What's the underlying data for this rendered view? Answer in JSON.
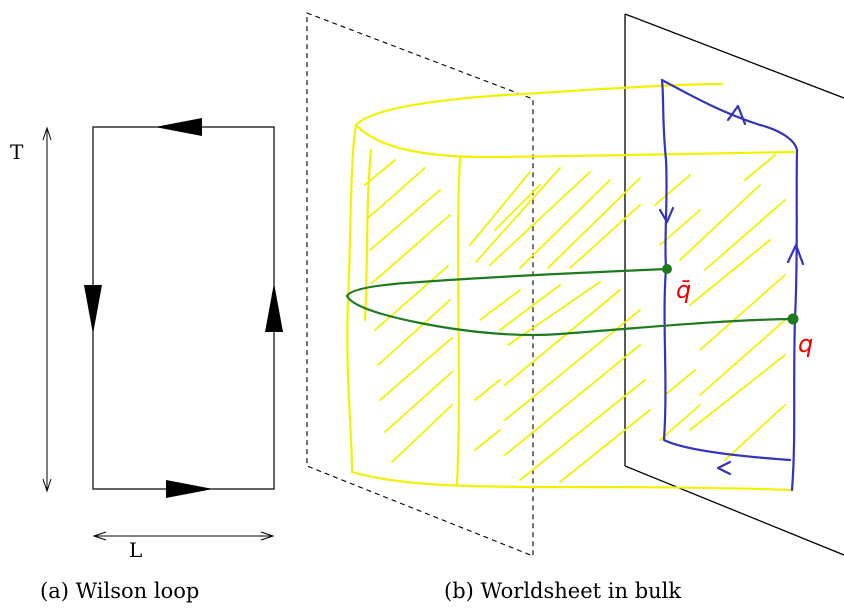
{
  "panel_a": {
    "height_label": "T",
    "width_label": "L",
    "caption": "(a) Wilson loop"
  },
  "panel_b": {
    "caption": "(b) Worldsheet in bulk",
    "quark_label": "q",
    "antiquark_label": "q̄",
    "colors": {
      "worldsheet": "#f2f200",
      "wilson_loop": "#3333bb",
      "string": "#1e7a1e",
      "quark_labels": "#ee0000"
    }
  }
}
